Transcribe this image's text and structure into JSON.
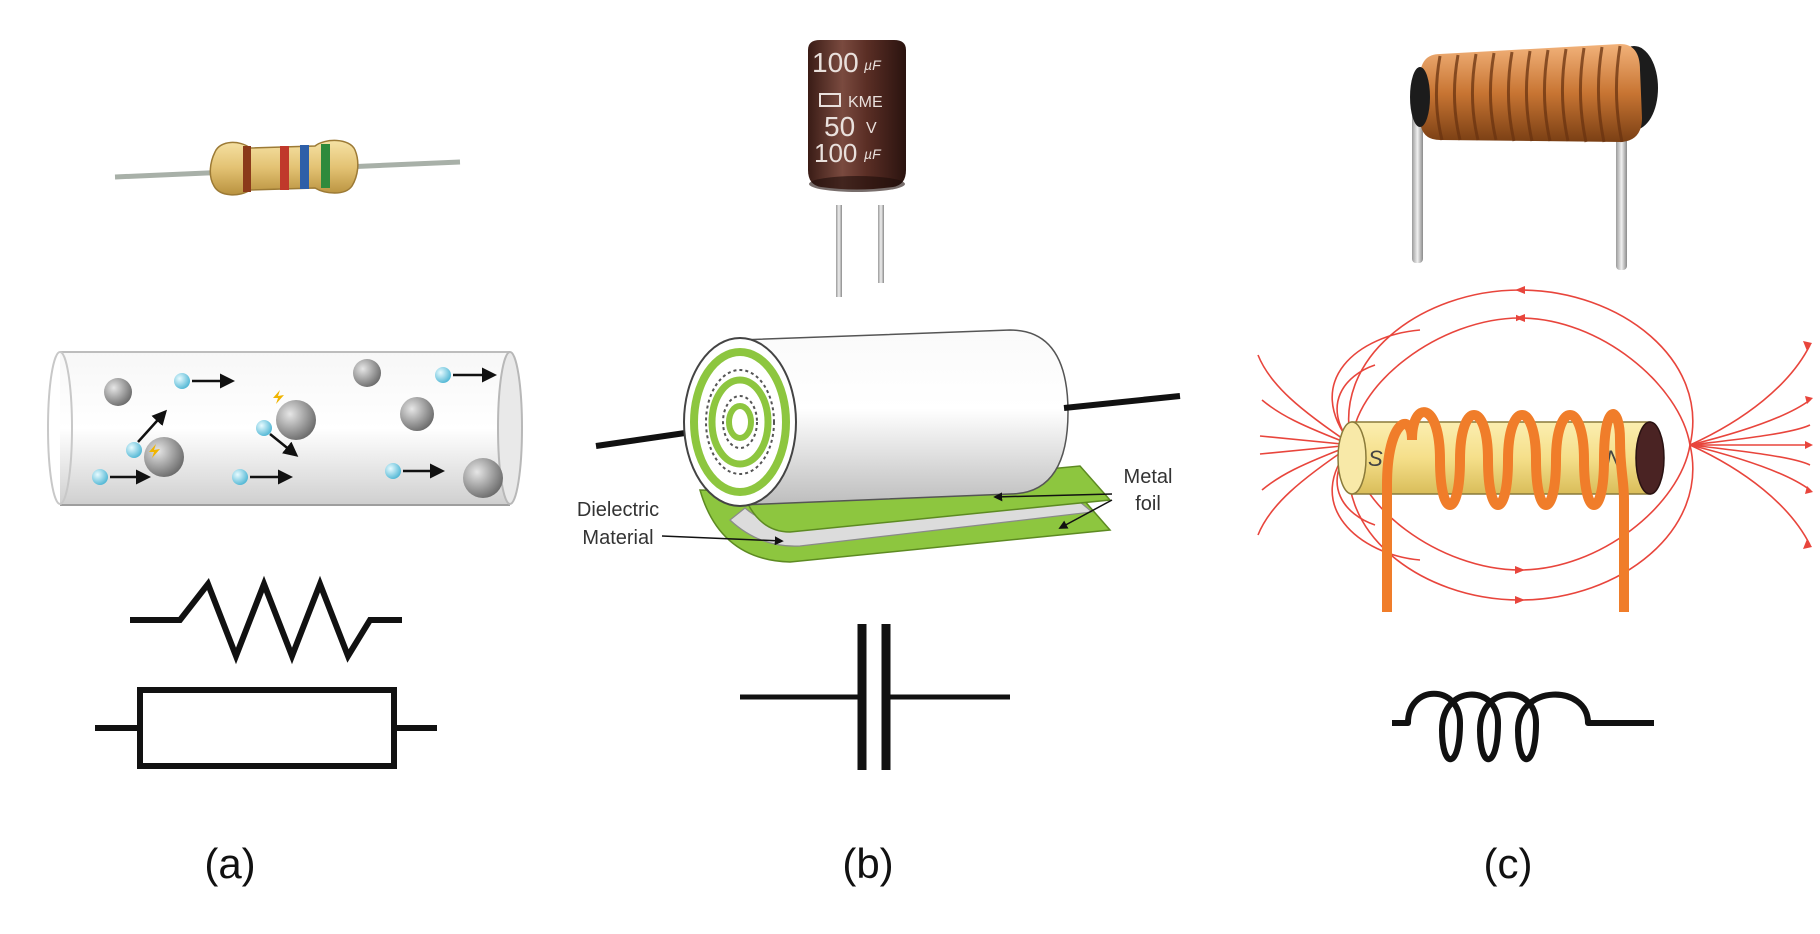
{
  "panels": [
    {
      "label": "(a)"
    },
    {
      "label": "(b)"
    },
    {
      "label": "(c)"
    }
  ],
  "capacitor_body": {
    "top_value": "100",
    "top_unit": "µF",
    "brand": "KME",
    "voltage": "50",
    "voltage_unit": "V",
    "bottom_value": "100",
    "bottom_unit": "µF"
  },
  "capacitor_diagram": {
    "dielectric_label_line1": "Dielectric",
    "dielectric_label_line2": "Material",
    "metal_label_line1": "Metal",
    "metal_label_line2": "foil"
  },
  "magnet": {
    "south_label": "S",
    "north_label": "N"
  },
  "colors": {
    "resistor_band_1": "#8b3a1a",
    "resistor_band_2": "#c0392b",
    "resistor_band_3": "#2e5fa8",
    "resistor_band_4": "#2f8a3c",
    "foil_green": "#8dc63f",
    "copper": "#c87533",
    "field_line": "#e8453c",
    "coil_orange": "#f07d2a",
    "core_yellow": "#f5df8a"
  }
}
